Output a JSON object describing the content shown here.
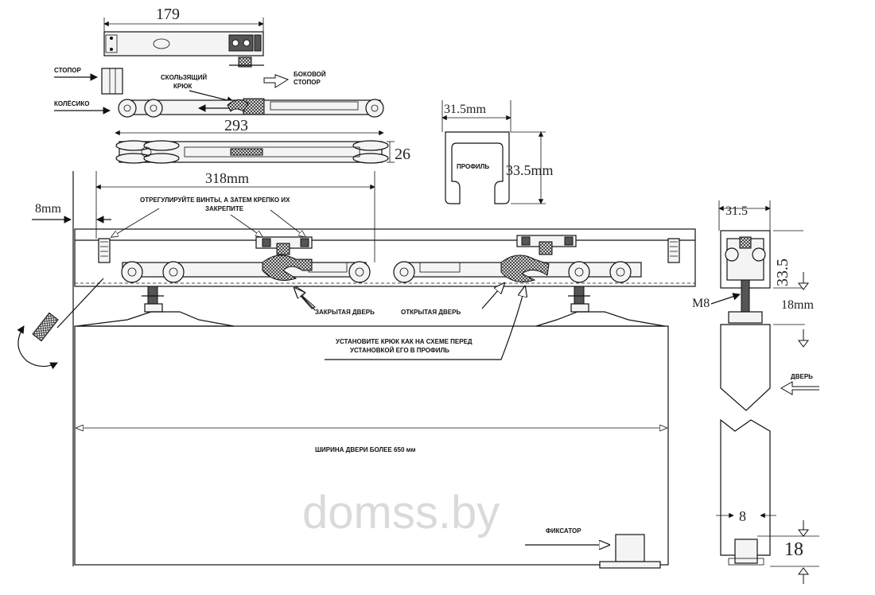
{
  "labels": {
    "stopper": "СТОПОР",
    "wheel": "КОЛЁСИКО",
    "sliding_hook_1": "СКОЛЬЗЯЩИЙ",
    "sliding_hook_2": "КРЮК",
    "side_stopper_1": "БОКОВОЙ",
    "side_stopper_2": "СТОПОР",
    "profile": "ПРОФИЛЬ",
    "adjust_screws_1": "ОТРЕГУЛИРУЙТЕ ВИНТЫ, А ЗАТЕМ КРЕПКО ИХ",
    "adjust_screws_2": "ЗАКРЕПИТЕ",
    "closed_door": "ЗАКРЫТАЯ ДВЕРЬ",
    "open_door": "ОТКРЫТАЯ ДВЕРЬ",
    "install_hook_1": "УСТАНОВИТЕ КРЮК КАК НА СХЕМЕ ПЕРЕД",
    "install_hook_2": "УСТАНОВКОЙ ЕГО В ПРОФИЛЬ",
    "door_width": "ШИРИНА ДВЕРИ БОЛЕЕ 650 мм",
    "fixer": "ФИКСАТОР",
    "door": "ДВЕРЬ",
    "m8": "M8"
  },
  "dimensions": {
    "d179": "179",
    "d293": "293",
    "d26": "26",
    "d318": "318mm",
    "d8mm": "8mm",
    "profile_w": "31.5mm",
    "profile_h": "33.5mm",
    "side_w": "31.5",
    "side_h": "33.5",
    "d18mm": "18mm",
    "d8": "8",
    "d18": "18"
  },
  "watermark": "domss.by"
}
